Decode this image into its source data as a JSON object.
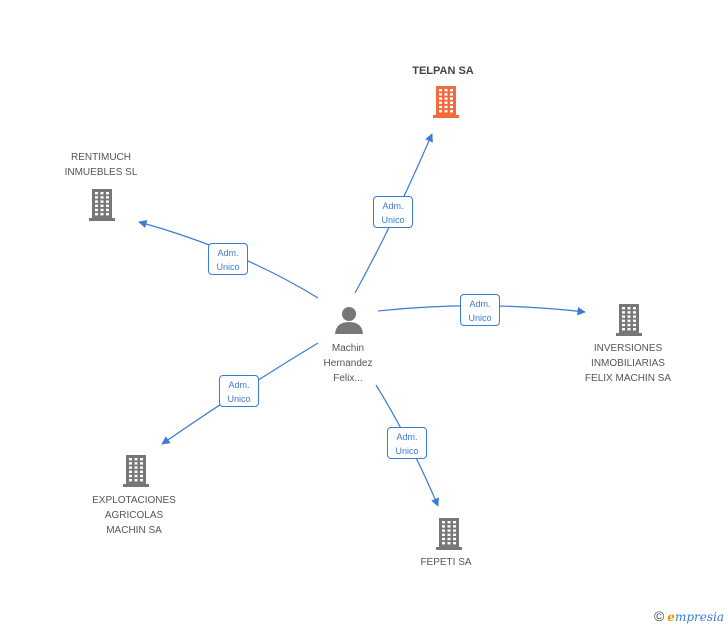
{
  "colors": {
    "edge": "#3a7bd5",
    "company": "#777777",
    "highlight": "#f26a3d",
    "person": "#777777"
  },
  "center": {
    "label": "Machin\nHernandez\nFelix..."
  },
  "nodes": [
    {
      "id": "telpan",
      "label": "TELPAN SA",
      "highlight": true
    },
    {
      "id": "rentimuch",
      "label": "RENTIMUCH\nINMUEBLES  SL"
    },
    {
      "id": "inversiones",
      "label": "INVERSIONES\nINMOBILIARIAS\nFELIX MACHIN SA"
    },
    {
      "id": "explotaciones",
      "label": "EXPLOTACIONES\nAGRICOLAS\nMACHIN SA"
    },
    {
      "id": "fepeti",
      "label": "FEPETI SA"
    }
  ],
  "edges": [
    {
      "to": "telpan",
      "label": "Adm.\nUnico"
    },
    {
      "to": "rentimuch",
      "label": "Adm.\nUnico"
    },
    {
      "to": "inversiones",
      "label": "Adm.\nUnico"
    },
    {
      "to": "explotaciones",
      "label": "Adm.\nUnico"
    },
    {
      "to": "fepeti",
      "label": "Adm.\nUnico"
    }
  ],
  "footer": {
    "copyright": "©",
    "brand_e": "e",
    "brand_rest": "mpresia"
  }
}
